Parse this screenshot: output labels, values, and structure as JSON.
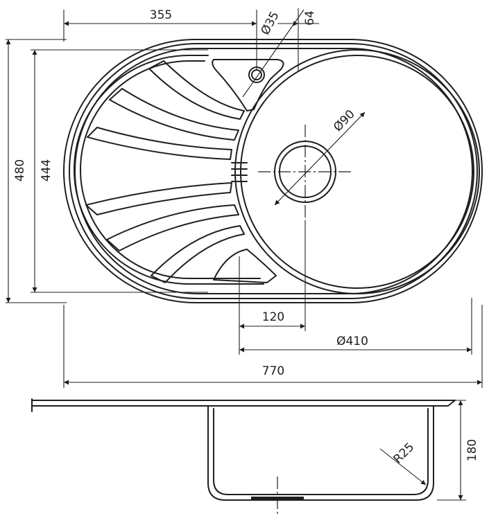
{
  "dimensions": {
    "top_width": "355",
    "tap_hole": "Ø35",
    "tap_offset": "64",
    "total_height": "480",
    "inner_height": "444",
    "drain": "Ø90",
    "drain_offset": "120",
    "bowl": "Ø410",
    "total_width": "770",
    "corner_radius": "R25",
    "depth": "180"
  },
  "colors": {
    "line": "#1e1e1e",
    "background": "#ffffff"
  }
}
